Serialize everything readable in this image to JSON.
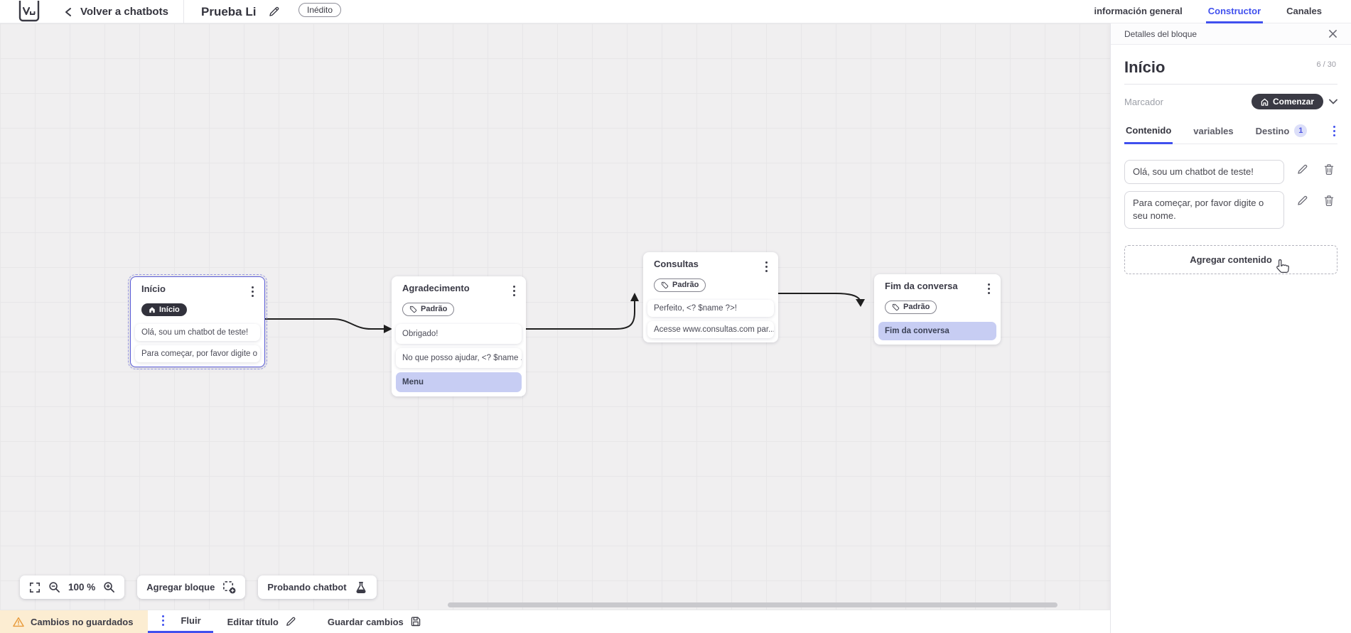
{
  "header": {
    "back_label": "Volver a chatbots",
    "bot_title": "Prueba Li",
    "status_badge": "Inédito",
    "tabs": [
      {
        "label": "información general",
        "active": false
      },
      {
        "label": "Constructor",
        "active": true
      },
      {
        "label": "Canales",
        "active": false
      }
    ]
  },
  "canvas": {
    "zoom_level": "100 %",
    "toolbar": {
      "add_block_label": "Agregar bloque",
      "test_chatbot_label": "Probando chatbot"
    },
    "nodes": [
      {
        "title": "Início",
        "badge": "Início",
        "cards": [
          {
            "text": "Olá, sou um chatbot de teste!",
            "type": "message"
          },
          {
            "text": "Para começar, por favor digite o ...",
            "type": "message"
          }
        ]
      },
      {
        "title": "Agradecimento",
        "badge": "Padrão",
        "cards": [
          {
            "text": "Obrigado!",
            "type": "message"
          },
          {
            "text": "No que posso ajudar, <? $name ...",
            "type": "message"
          },
          {
            "text": "Menu",
            "type": "link"
          }
        ]
      },
      {
        "title": "Consultas",
        "badge": "Padrão",
        "cards": [
          {
            "text": "Perfeito, <? $name ?>!",
            "type": "message"
          },
          {
            "text": "Acesse www.consultas.com par...",
            "type": "message"
          }
        ]
      },
      {
        "title": "Fim da conversa",
        "badge": "Padrão",
        "cards": [
          {
            "text": "Fim da conversa",
            "type": "link"
          }
        ]
      }
    ]
  },
  "details_panel": {
    "header_label": "Detalles del bloque",
    "block_title": "Início",
    "char_counter": "6 / 30",
    "marker_label": "Marcador",
    "marker_value": "Comenzar",
    "tabs": [
      {
        "label": "Contenido",
        "active": true
      },
      {
        "label": "variables",
        "active": false
      },
      {
        "label": "Destino",
        "active": false,
        "badge": "1"
      }
    ],
    "contents": [
      {
        "text": "Olá, sou um chatbot de teste!"
      },
      {
        "text": "Para começar, por favor digite o seu nome."
      }
    ],
    "add_content_label": "Agregar contenido"
  },
  "footer": {
    "unsaved_label": "Cambios no guardados",
    "flow_tab_label": "Fluir",
    "edit_title_label": "Editar título",
    "save_label": "Guardar cambios"
  },
  "colors": {
    "accent_blue": "#4050ee",
    "dark_pill": "#32323c",
    "link_card_bg": "#c7cdf3",
    "warning_chip_bg": "#fcedd2",
    "warning_icon": "#e89b3c",
    "canvas_bg": "#f0eff0",
    "wire": "#1f1f1f"
  }
}
